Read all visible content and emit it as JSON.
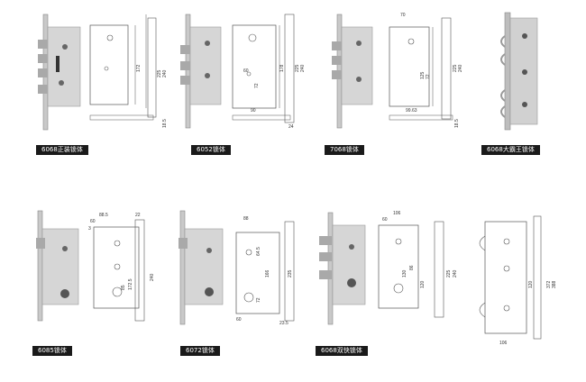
{
  "products": [
    {
      "label": "6068正装锁体",
      "dims": {
        "width": "",
        "h1": "172",
        "h2": "225",
        "h3": "240",
        "b1": "18.5"
      }
    },
    {
      "label": "6052锁体",
      "dims": {
        "top": "60",
        "h1": "72",
        "h2": "178",
        "h3": "225",
        "h4": "240",
        "w1": "90",
        "b1": "24"
      }
    },
    {
      "label": "7068锁体",
      "dims": {
        "top": "70",
        "h1": "125",
        "h2": "72",
        "h3": "225",
        "h4": "240",
        "w1": "99.63",
        "b1": "18.5"
      }
    },
    {
      "label": "6068大霸王锁体",
      "dims": {}
    },
    {
      "label": "6085锁体",
      "dims": {
        "top": "88.5",
        "top2": "60",
        "s1": "3",
        "h1": "85",
        "h2": "172.5",
        "h3": "240",
        "w2": "22"
      }
    },
    {
      "label": "6072锁体",
      "dims": {
        "top": "88",
        "h1": "64.5",
        "h2": "166",
        "h3": "72",
        "h4": "235",
        "w1": "60",
        "b1": "23.5"
      }
    },
    {
      "label": "6068双快锁体",
      "dims": {
        "top": "106",
        "top2": "60",
        "h1": "130",
        "h2": "86",
        "h3": "120",
        "h4": "225",
        "h5": "240"
      }
    },
    {
      "label": "",
      "dims": {
        "h1": "120",
        "h2": "372",
        "h3": "388",
        "w1": "106"
      }
    }
  ]
}
